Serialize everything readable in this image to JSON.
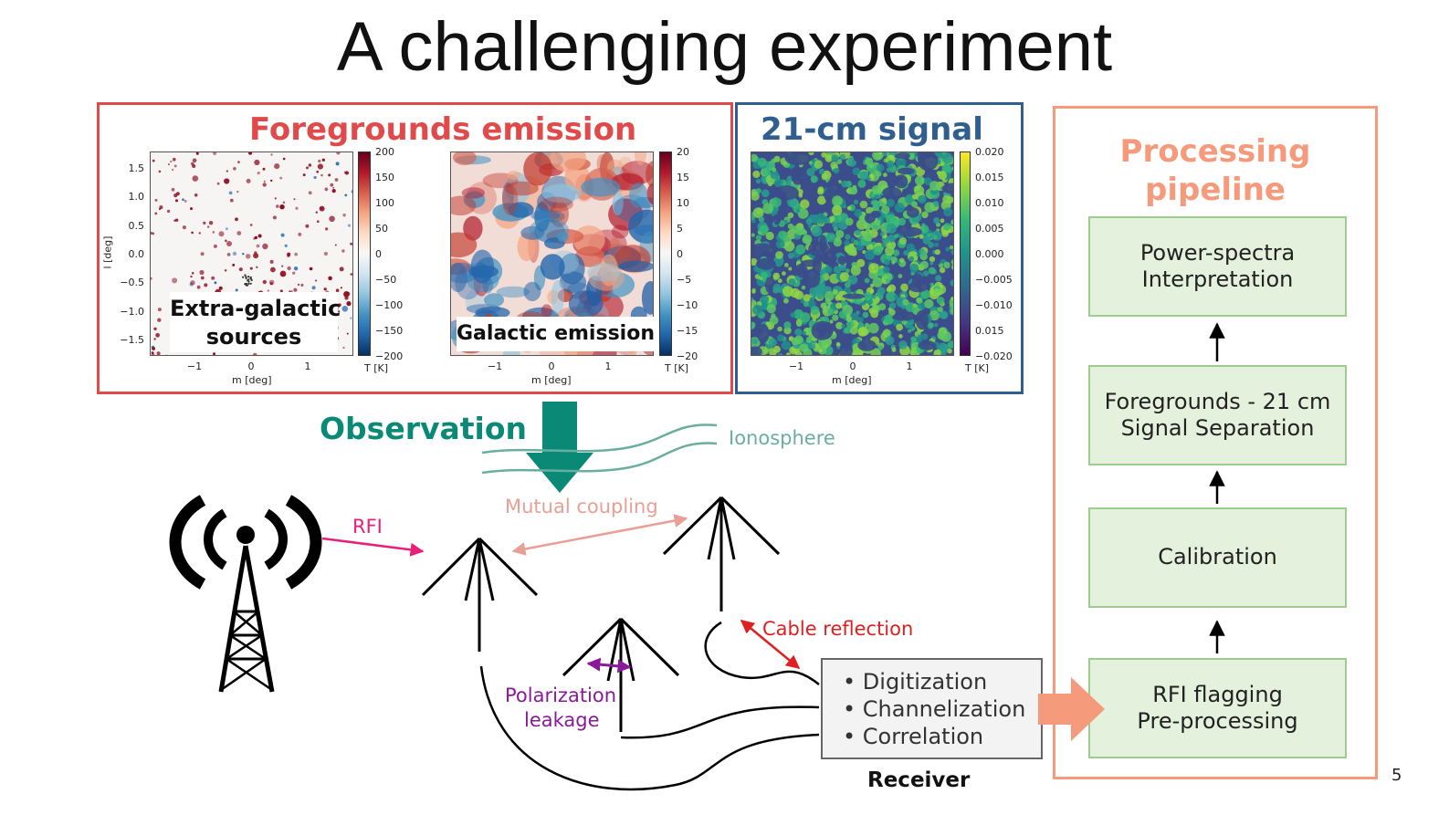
{
  "title": "A challenging experiment",
  "page_number": "5",
  "foregrounds": {
    "title": "Foregrounds emission",
    "color": "#e04a4a",
    "maps": {
      "extragalactic": {
        "label_line1": "Extra-galactic",
        "label_line2": "sources",
        "y_axis_label": "l [deg]",
        "x_axis_label": "m [deg]",
        "y_ticks": [
          "1.5",
          "1.0",
          "0.5",
          "0.0",
          "−0.5",
          "−1.0",
          "−1.5"
        ],
        "x_ticks": [
          "−1",
          "0",
          "1"
        ],
        "colorbar_ticks": [
          "200",
          "150",
          "100",
          "50",
          "0",
          "−50",
          "−100",
          "−150",
          "−200"
        ],
        "colorbar_unit": "T [K]"
      },
      "galactic": {
        "label": "Galactic emission",
        "x_axis_label": "m [deg]",
        "x_ticks": [
          "−1",
          "0",
          "1"
        ],
        "colorbar_ticks": [
          "20",
          "15",
          "10",
          "5",
          "0",
          "−5",
          "−10",
          "−15",
          "−20"
        ],
        "colorbar_unit": "T [K]"
      }
    }
  },
  "signal": {
    "title": "21-cm signal",
    "color": "#2f5f8f",
    "x_axis_label": "m [deg]",
    "x_ticks": [
      "−1",
      "0",
      "1"
    ],
    "colorbar_ticks": [
      "0.020",
      "0.015",
      "0.010",
      "0.005",
      "0.000",
      "−0.005",
      "−0.010",
      "0.015",
      "−0.020"
    ],
    "colorbar_unit": "T [K]"
  },
  "observation": {
    "label": "Observation",
    "color": "#0a8a76"
  },
  "effects": {
    "ionosphere": "Ionosphere",
    "rfi": "RFI",
    "mutual_coupling": "Mutual coupling",
    "cable_reflection": "Cable reflection",
    "polarization_line1": "Polarization",
    "polarization_line2": "leakage"
  },
  "receiver": {
    "title": "Receiver",
    "items": [
      "Digitization",
      "Channelization",
      "Correlation"
    ]
  },
  "pipeline": {
    "title_line1": "Processing",
    "title_line2": "pipeline",
    "color": "#f59a7a",
    "steps": [
      "Power-spectra\nInterpretation",
      "Foregrounds - 21 cm\nSignal Separation",
      "Calibration",
      "RFI flagging\nPre-processing"
    ]
  },
  "colors": {
    "rfi": "#e8207a",
    "coupling": "#e8a096",
    "cable": "#e02020",
    "polarization": "#8a1a9a",
    "ionosphere": "#6aaea0",
    "big_arrow": "#f59a7a",
    "step_fill": "#e4f1dc"
  }
}
